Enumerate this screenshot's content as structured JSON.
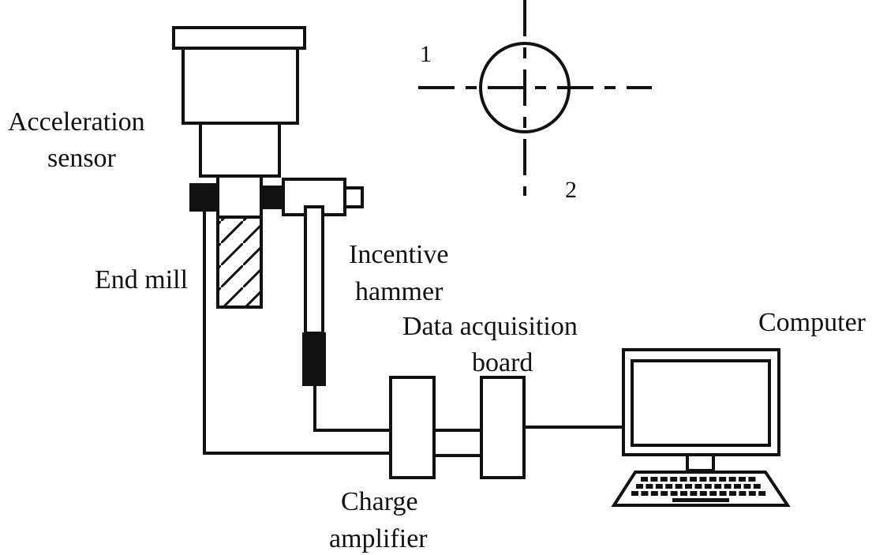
{
  "labels": {
    "acceleration_sensor_line1": "Acceleration",
    "acceleration_sensor_line2": "sensor",
    "end_mill": "End mill",
    "incentive_hammer_line1": "Incentive",
    "incentive_hammer_line2": "hammer",
    "data_acquisition_line1": "Data acquisition",
    "data_acquisition_line2": "board",
    "computer": "Computer",
    "charge_amplifier_line1": "Charge",
    "charge_amplifier_line2": "amplifier",
    "direction_1": "1",
    "direction_2": "2"
  },
  "colors": {
    "stroke": "#111111",
    "background": "#ffffff"
  }
}
